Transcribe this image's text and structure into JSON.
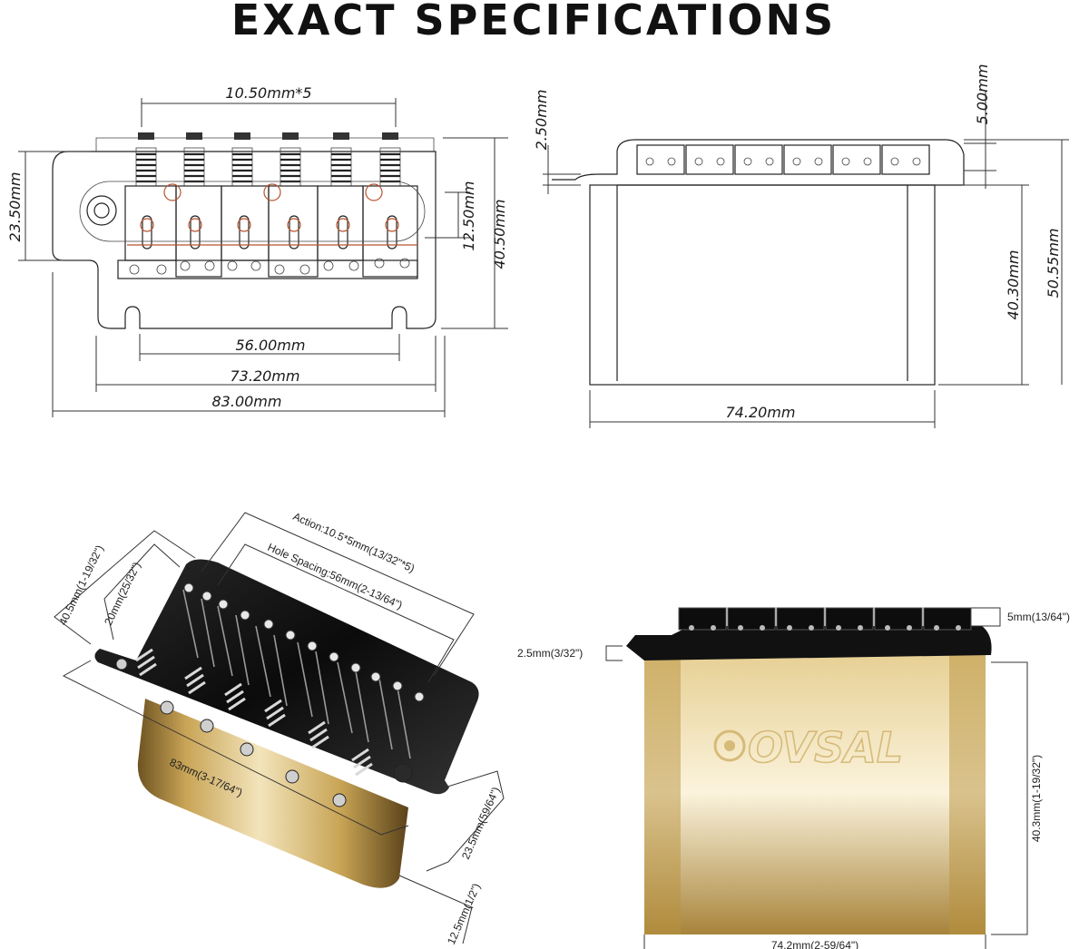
{
  "title": "EXACT SPECIFICATIONS",
  "drawings": {
    "top_view": {
      "action": "10.50mm*5",
      "height_left": "23.50mm",
      "depth": "12.50mm",
      "height_right": "40.50mm",
      "hole_spacing": "56.00mm",
      "plate_width": "73.20mm",
      "overall_width": "83.00mm"
    },
    "side_view": {
      "plate_thickness": "2.50mm",
      "saddle_height": "5.00mm",
      "block_height": "40.30mm",
      "total_height": "50.55mm",
      "block_width": "74.20mm"
    }
  },
  "photos": {
    "perspective": {
      "action": "Action:10.5*5mm(13/32\"*5)",
      "hole_spacing": "Hole Spacing:56mm(2-13/64\")",
      "height": "40.5mm(1-19/32\")",
      "depth": "20mm(25/32\")",
      "width": "83mm(3-17/64\")",
      "side": "23.5mm(59/64\")",
      "block_depth": "12.5mm(1/2\")"
    },
    "front": {
      "saddle_height": "5mm(13/64\")",
      "plate_thickness": "2.5mm(3/32\")",
      "block_height": "40.3mm(1-19/32\")",
      "block_width": "74.2mm(2-59/64\")",
      "logo": "OVSAL"
    }
  },
  "colors": {
    "line": "#222222",
    "accent_red": "#b8532f",
    "metal_black": "#111111",
    "brass": "#b8923e"
  }
}
